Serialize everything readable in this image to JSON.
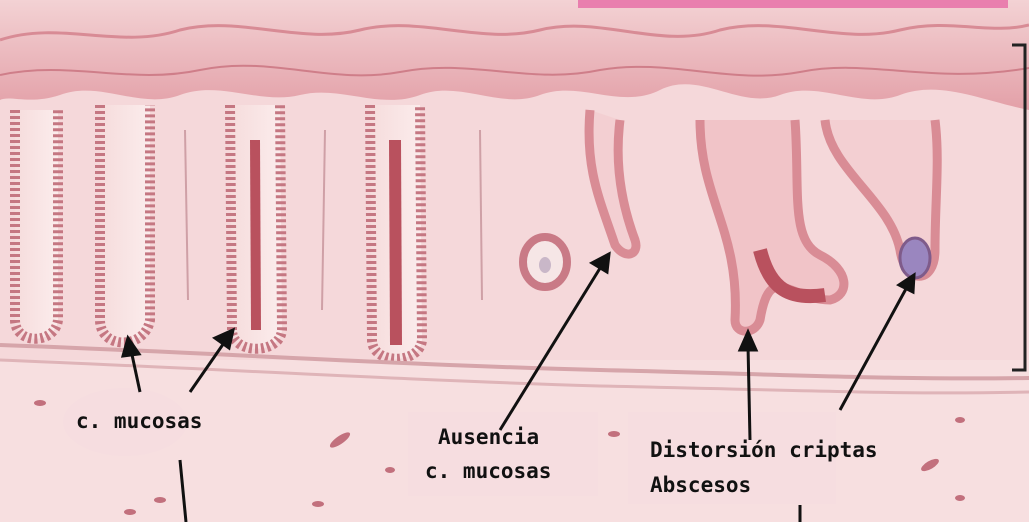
{
  "colors": {
    "background": "#f7dfe0",
    "tissue": "#f0c6c8",
    "crypt_wall": "#d98c95",
    "crypt_dark": "#b9515e",
    "surface": "#e6a8ae",
    "label_box": "#f6dde0",
    "title_bar": "#e97fae",
    "arrow": "#111111"
  },
  "labels": {
    "mucosas": "c. mucosas",
    "ausencia_line1": "Ausencia",
    "ausencia_line2": "c. mucosas",
    "distorsion_line1": "Distorsión criptas",
    "distorsion_line2": "Abscesos"
  },
  "icons": [
    "mucosa-layer-bracket-icon",
    "arrow-icon"
  ]
}
